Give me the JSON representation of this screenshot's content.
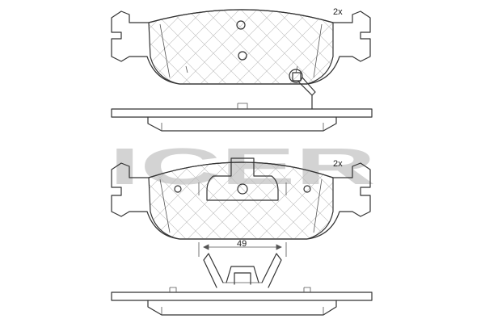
{
  "labels": {
    "top_pad_quantity": "2x",
    "bottom_pad_quantity": "2x",
    "width_dimension": "49"
  },
  "watermark": {
    "text": "ICER",
    "color": "#d3d3d3"
  },
  "colors": {
    "line": "#333333",
    "hatch": "#bdbdbd",
    "background": "#ffffff"
  }
}
